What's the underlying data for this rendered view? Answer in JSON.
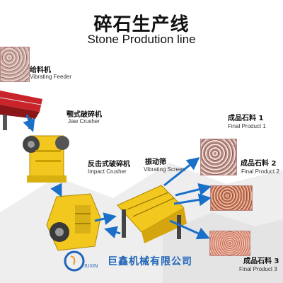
{
  "title_cn": "碎石生产线",
  "title_en": "Stone Prodution line",
  "feeder": {
    "cn": "给料机",
    "en": "Vibrating Feeder"
  },
  "jaw": {
    "cn": "颚式破碎机",
    "en": "Jaw   Crusher"
  },
  "impact": {
    "cn": "反击式破碎机",
    "en": "Impact Crusher"
  },
  "screen": {
    "cn": "振动筛",
    "en": "Vibrating Screen"
  },
  "final1": {
    "cn": "成品石料 1",
    "en": "Final Product 1"
  },
  "final2": {
    "cn": "成品石料 2",
    "en": "Final Product 2"
  },
  "final3": {
    "cn": "成品石料 3",
    "en": "Final Product 3"
  },
  "company": "巨鑫机械有限公司",
  "logo_text": "JUXIN",
  "colors": {
    "machine_yellow": "#f2c81e",
    "arrow_blue": "#1a6fc8",
    "feeder_red": "#c8242a",
    "company_blue": "#1f64b8"
  }
}
